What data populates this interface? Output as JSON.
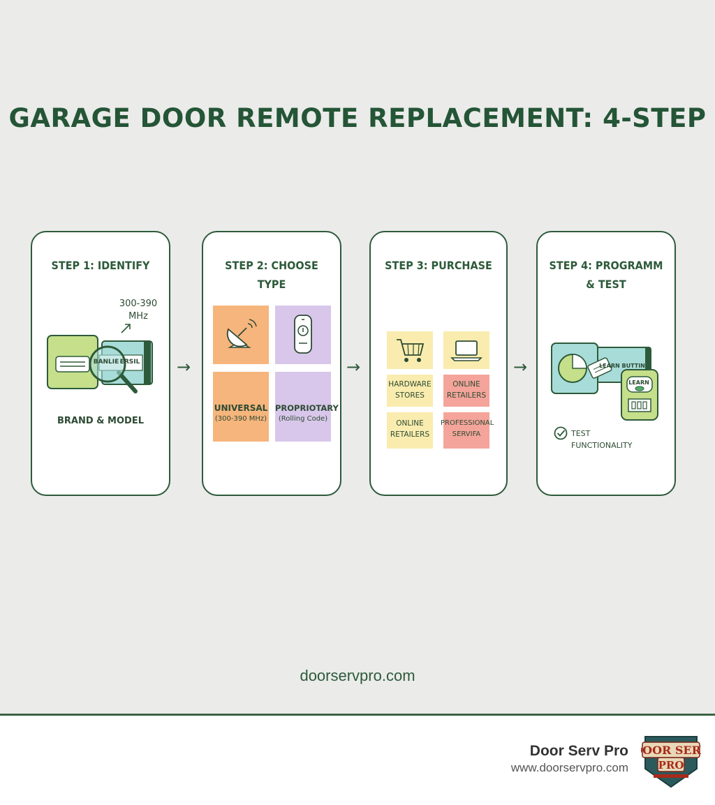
{
  "title": "GARAGE DOOR REMOTE REPLACEMENT: 4-STEP",
  "steps": [
    {
      "title": "STEP 1: IDENTIFY",
      "frequency": [
        "300-390",
        "MHz"
      ],
      "label_text": [
        "BANLIE",
        "ERSIL"
      ],
      "caption": "BRAND & MODEL"
    },
    {
      "title": "STEP 2: CHOOSE TYPE",
      "options": [
        {
          "name": "UNIVERSAL",
          "sub": "(300-390 MHz)"
        },
        {
          "name": "PROPRIOTARY",
          "sub": "(Rolling Code)"
        }
      ]
    },
    {
      "title": "STEP 3: PURCHASE",
      "options": [
        [
          "HARDWARE",
          "STORES"
        ],
        [
          "ONLINE",
          "RETAILERS"
        ],
        [
          "ONLINE",
          "RETAILERS"
        ],
        [
          "PROFESSIONAL",
          "SERVIFA"
        ]
      ]
    },
    {
      "title": "STEP 4: PROGRAMM & TEST",
      "device_label": "LEARN BUTTIN",
      "remote_label": "LEARN",
      "check_caption": [
        "TEST",
        "FUNCTIONALITY"
      ]
    }
  ],
  "footer_url": "doorservpro.com",
  "brand": {
    "name": "Door Serv Pro",
    "url": "www.doorservpro.com",
    "logo_text": [
      "DOOR SERV",
      "PRO"
    ]
  },
  "colors": {
    "green_dark": "#2d5a3a",
    "orange": "#f6b57c",
    "purple": "#d8c7ea",
    "yellow": "#f9ecae",
    "red": "#f4a49a",
    "lime": "#c5df8a",
    "teal": "#a8dcd9"
  }
}
